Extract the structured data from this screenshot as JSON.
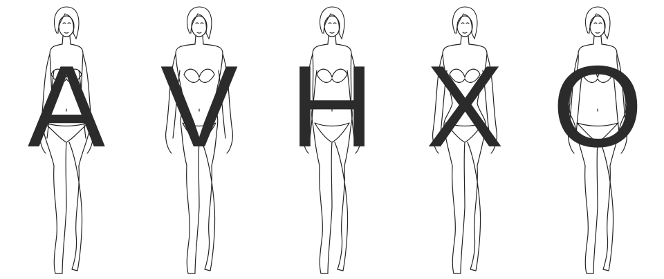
{
  "colors": {
    "line": "#222222",
    "letter": "#2b2b2b",
    "background": "#ffffff"
  },
  "figures": [
    {
      "letter": "A",
      "shape": "a-shape"
    },
    {
      "letter": "V",
      "shape": "v-shape"
    },
    {
      "letter": "H",
      "shape": "h-shape"
    },
    {
      "letter": "X",
      "shape": "x-shape"
    },
    {
      "letter": "O",
      "shape": "o-shape"
    }
  ]
}
